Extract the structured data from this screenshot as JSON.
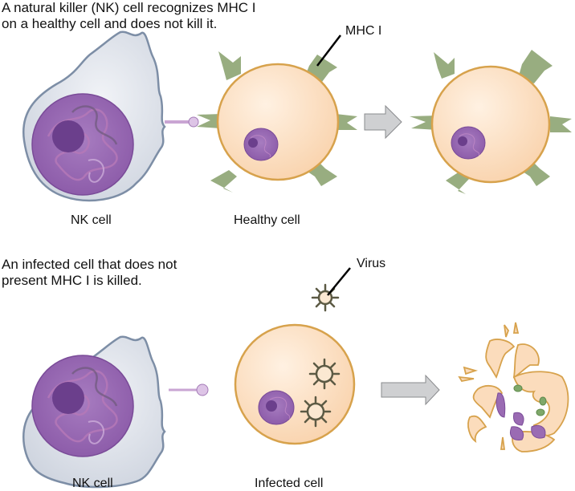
{
  "top_panel": {
    "caption_line1": "A natural killer (NK) cell recognizes MHC I",
    "caption_line2": "on a healthy cell and does not kill it.",
    "nk_label": "NK cell",
    "target_label": "Healthy cell",
    "callout": "MHC I"
  },
  "bottom_panel": {
    "caption_line1": "An infected cell that does not",
    "caption_line2": "present MHC I is killed.",
    "nk_label": "NK cell",
    "target_label": "Infected cell",
    "callout": "Virus"
  },
  "colors": {
    "nk_cytoplasm": "#dfe3ea",
    "nk_membrane": "#7d8ea6",
    "nucleus": "#9a6bb3",
    "nucleolus": "#6b3f8c",
    "cell_fill": "#fbdcbc",
    "cell_membrane": "#d7a24c",
    "mhc": "#98ad80",
    "virus": "#5c5a44",
    "arrow": "#cfd0d2"
  }
}
